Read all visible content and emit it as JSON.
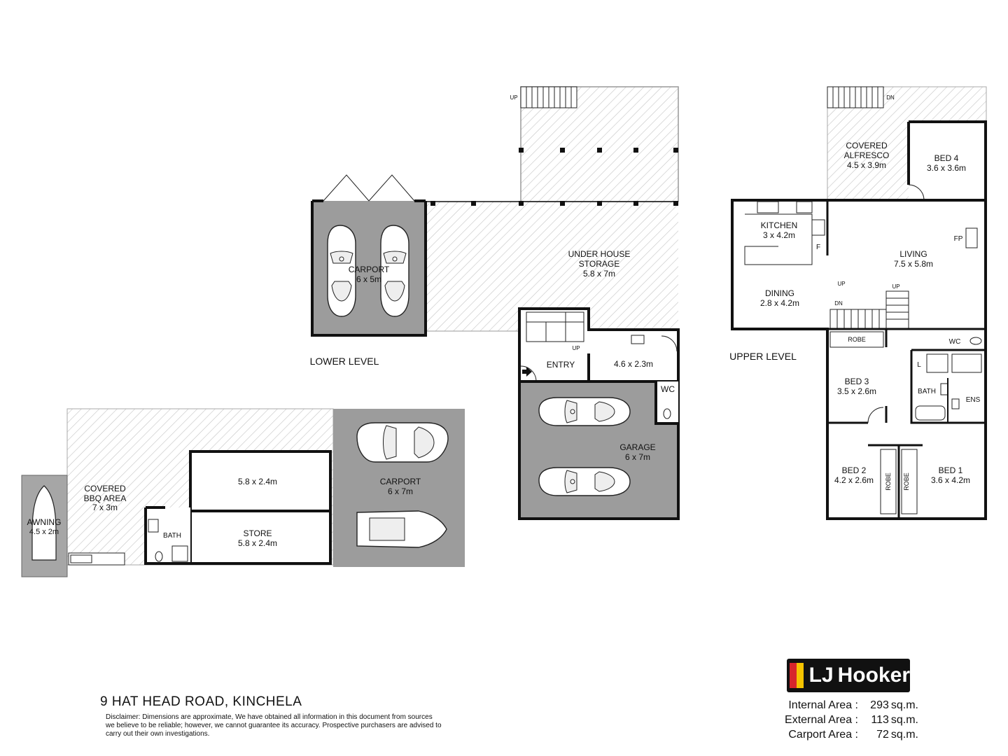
{
  "lower_level": {
    "title": "LOWER LEVEL",
    "rooms": {
      "carport_top": {
        "name": "CARPORT",
        "size": "6 x 5m"
      },
      "under_house": {
        "name1": "UNDER HOUSE",
        "name2": "STORAGE",
        "size": "5.8 x 7m"
      },
      "entry": {
        "name": "ENTRY"
      },
      "laundry": {
        "size": "4.6 x 2.3m"
      },
      "wc": {
        "name": "WC"
      },
      "garage": {
        "name": "GARAGE",
        "size": "6 x 7m"
      },
      "stair_up": "UP",
      "deck_up": "UP"
    }
  },
  "outbuilding": {
    "rooms": {
      "awning": {
        "name": "AWNING",
        "size": "4.5 x 2m"
      },
      "bbq": {
        "name1": "COVERED",
        "name2": "BBQ AREA",
        "size": "7 x 3m"
      },
      "room": {
        "size": "5.8 x 2.4m"
      },
      "store": {
        "name": "STORE",
        "size": "5.8 x 2.4m"
      },
      "bath": {
        "name": "BATH"
      },
      "carport": {
        "name": "CARPORT",
        "size": "6 x 7m"
      }
    }
  },
  "upper_level": {
    "title": "UPPER LEVEL",
    "rooms": {
      "alfresco": {
        "name1": "COVERED",
        "name2": "ALFRESCO",
        "size": "4.5 x 3.9m"
      },
      "bed4": {
        "name": "BED 4",
        "size": "3.6 x 3.6m"
      },
      "kitchen": {
        "name": "KITCHEN",
        "size": "3 x 4.2m"
      },
      "living": {
        "name": "LIVING",
        "size": "7.5 x 5.8m"
      },
      "dining": {
        "name": "DINING",
        "size": "2.8 x 4.2m"
      },
      "bed3": {
        "name": "BED 3",
        "size": "3.5 x 2.6m"
      },
      "robe3": "ROBE",
      "bed2": {
        "name": "BED 2",
        "size": "4.2 x 2.6m"
      },
      "bed1": {
        "name": "BED 1",
        "size": "3.6 x 4.2m"
      },
      "robe2": "ROBE",
      "robe1": "ROBE",
      "bath": "BATH",
      "ens": "ENS",
      "wc": "WC",
      "fp": "FP",
      "fridge": "F",
      "linen": "L",
      "deck_dn": "DN",
      "stair_up1": "UP",
      "stair_up2": "UP",
      "stair_dn": "DN"
    }
  },
  "footer": {
    "address": "9 HAT HEAD ROAD, KINCHELA",
    "disclaimer": "Disclaimer: Dimensions are approximate, We have obtained all information in this document from sources we believe to be reliable; however, we cannot guarantee its accuracy. Prospective purchasers are advised to carry out their own investigations."
  },
  "brand": {
    "logo_lj": "LJ",
    "logo_name": "Hooker",
    "colors": {
      "red": "#d7262c",
      "yellow": "#f5c400",
      "black": "#111111"
    }
  },
  "areas": [
    {
      "label": "Internal Area :",
      "value": "293",
      "unit": "sq.m."
    },
    {
      "label": "External Area :",
      "value": "113",
      "unit": "sq.m."
    },
    {
      "label": "Carport Area :",
      "value": "72",
      "unit": "sq.m."
    }
  ]
}
